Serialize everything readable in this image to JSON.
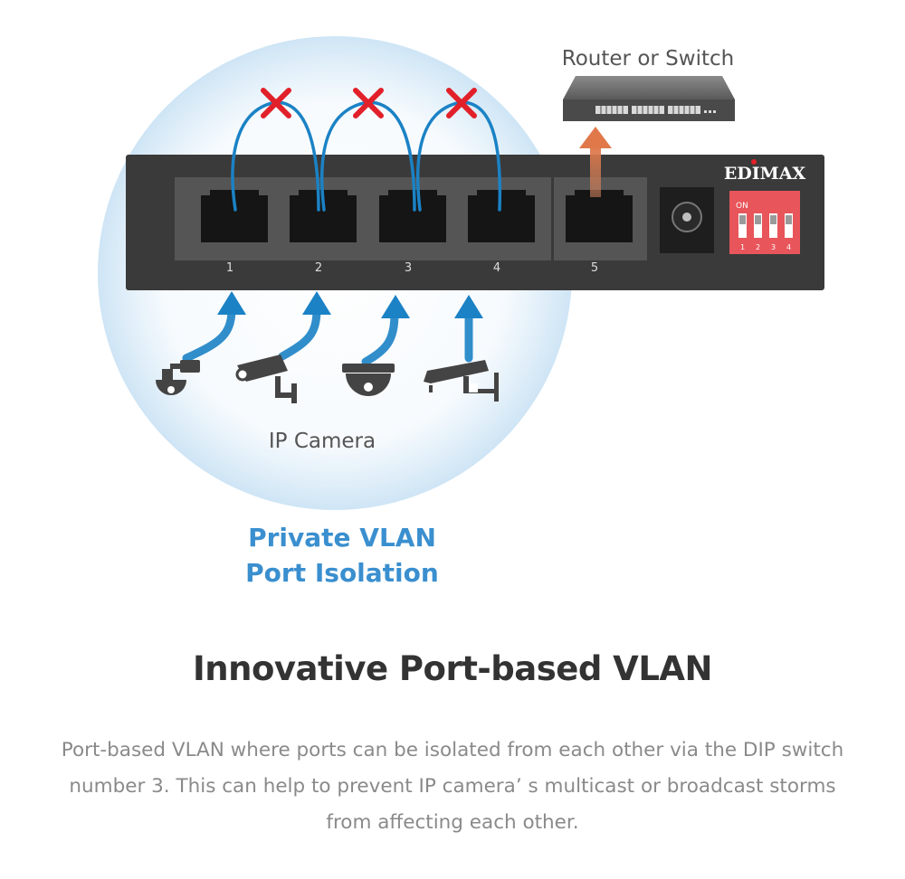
{
  "diagram": {
    "router_label": "Router or Switch",
    "brand": "EDIMAX",
    "ports": [
      {
        "label": "1",
        "isolated": true
      },
      {
        "label": "2",
        "isolated": true
      },
      {
        "label": "3",
        "isolated": true
      },
      {
        "label": "4",
        "isolated": true
      },
      {
        "label": "5",
        "isolated": false
      }
    ],
    "dip_switch": {
      "on_label": "ON",
      "switches": [
        "1",
        "2",
        "3",
        "4"
      ]
    },
    "camera_label": "IP Camera",
    "vlan_label_line1": "Private VLAN",
    "vlan_label_line2": "Port Isolation",
    "colors": {
      "accent_blue": "#1b82c5",
      "label_blue": "#3a8fcf",
      "cross_red": "#e1202a",
      "uplink_orange": "#d97a4d",
      "dip_red": "#e8555a",
      "switch_body": "#3a3a3a"
    }
  },
  "heading": "Innovative Port-based VLAN",
  "description": "Port-based VLAN where ports can be isolated from each other via the DIP switch number 3. This can help to prevent IP camera’ s multicast or broadcast storms from affecting each other."
}
